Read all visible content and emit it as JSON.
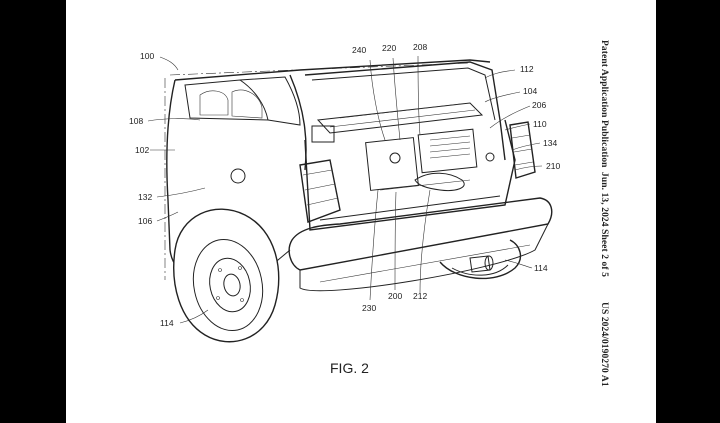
{
  "header": {
    "publication": "Patent Application Publication",
    "date_sheet": "Jun. 13, 2024  Sheet 2 of 5",
    "number": "US 2024/0190270 A1"
  },
  "figure": {
    "caption": "FIG. 2",
    "labels": {
      "l100": "100",
      "l240": "240",
      "l220": "220",
      "l208": "208",
      "l112": "112",
      "l104": "104",
      "l206": "206",
      "l108": "108",
      "l110": "110",
      "l134": "134",
      "l102": "102",
      "l210": "210",
      "l132": "132",
      "l106": "106",
      "l114a": "114",
      "l114b": "114",
      "l230": "230",
      "l200": "200",
      "l212": "212"
    }
  }
}
